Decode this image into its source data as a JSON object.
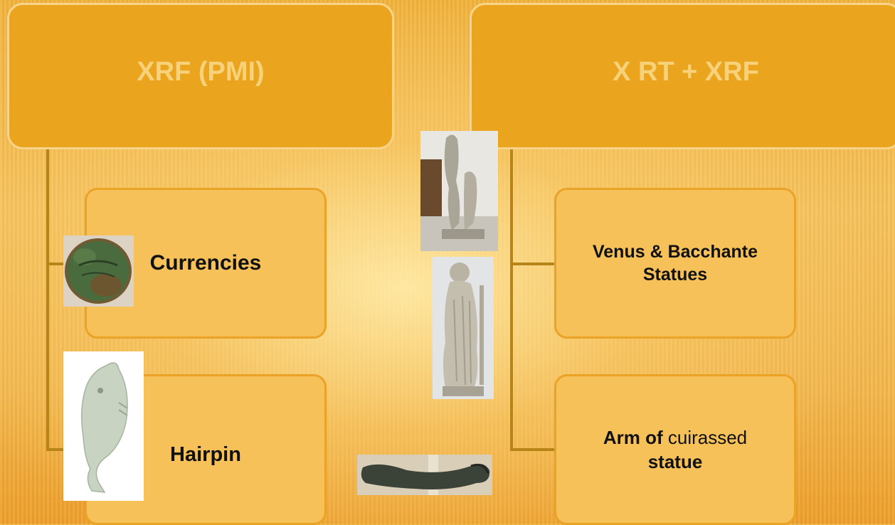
{
  "left_branch": {
    "title": "XRF (PMI)",
    "children": [
      {
        "label": "Currencies"
      },
      {
        "label": "Hairpin"
      }
    ]
  },
  "right_branch": {
    "title": "X RT + XRF",
    "children": [
      {
        "label_line1": "Venus & Bacchante",
        "label_line2": "Statues"
      },
      {
        "label_bold1": "Arm of",
        "label_normal": " cuirassed",
        "label_bold2": "statue"
      }
    ]
  },
  "colors": {
    "header_fill": "#eba41e",
    "header_text": "#f7d27a",
    "child_fill": "#f7c15a",
    "connector": "#b78417"
  }
}
